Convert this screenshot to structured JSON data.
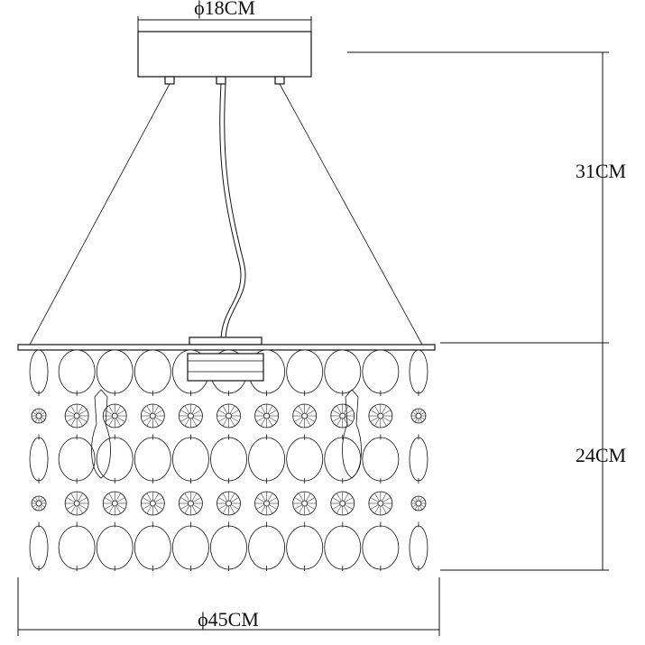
{
  "dimensions": {
    "canopy_diameter": "ϕ18CM",
    "drop_height": "31CM",
    "shade_height": "24CM",
    "shade_diameter": "ϕ45CM"
  },
  "colors": {
    "ink": "#111111",
    "background": "#ffffff"
  }
}
